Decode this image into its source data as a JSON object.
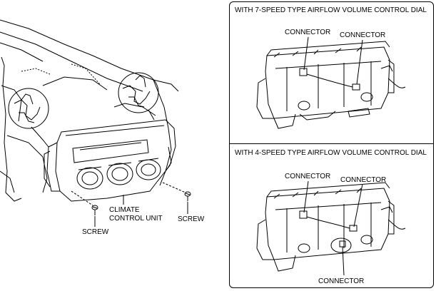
{
  "left_view": {
    "labels": {
      "screw_left": "SCREW",
      "screw_right": "SCREW",
      "unit_line1": "CLIMATE",
      "unit_line2": "CONTROL UNIT"
    }
  },
  "panels": [
    {
      "heading": "WITH 7-SPEED TYPE AIRFLOW VOLUME CONTROL DIAL",
      "connectors": [
        "CONNECTOR",
        "CONNECTOR"
      ]
    },
    {
      "heading": "WITH 4-SPEED TYPE AIRFLOW VOLUME CONTROL DIAL",
      "connectors": [
        "CONNECTOR",
        "CONNECTOR",
        "CONNECTOR"
      ]
    }
  ]
}
